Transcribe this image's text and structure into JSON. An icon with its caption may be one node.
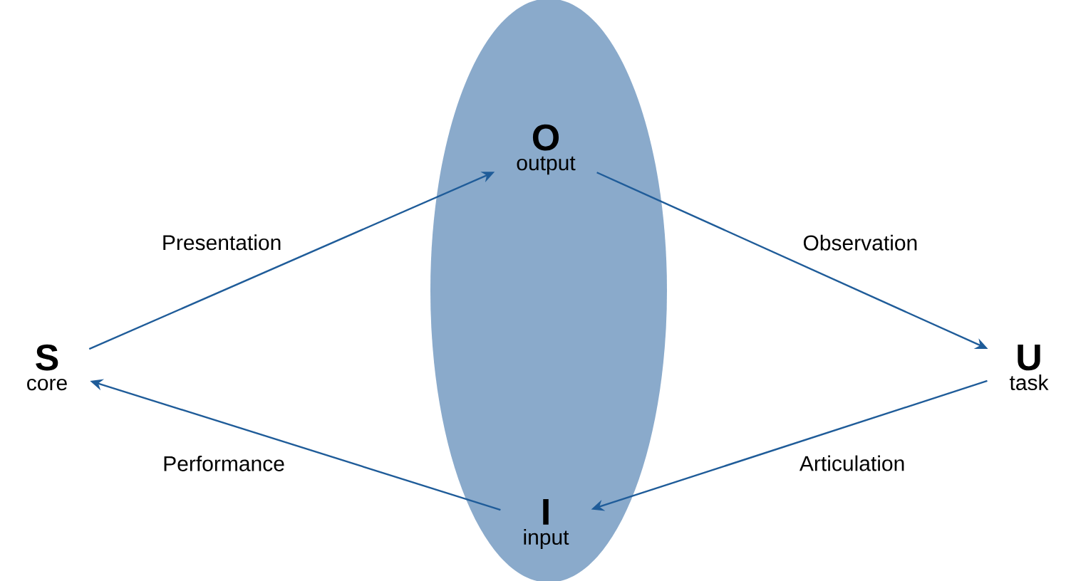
{
  "diagram": {
    "nodes": [
      {
        "text": [],
        "shape": "ellipse"
      },
      {
        "text": [
          "O",
          "output"
        ],
        "in": 0
      },
      {
        "text": [
          "I",
          "input"
        ],
        "in": 0
      },
      {
        "text": [
          "S",
          "core"
        ]
      },
      {
        "text": [
          "U",
          "task"
        ]
      }
    ],
    "edges": [
      {
        "from": 3,
        "to": 1,
        "arrow": "to",
        "label": "Presentation"
      },
      {
        "from": 1,
        "to": 4,
        "arrow": "to",
        "label": "Observation"
      },
      {
        "from": 4,
        "to": 2,
        "arrow": "to",
        "label": "Articulation"
      },
      {
        "from": 2,
        "to": 3,
        "arrow": "to",
        "label": "Performance"
      }
    ]
  }
}
